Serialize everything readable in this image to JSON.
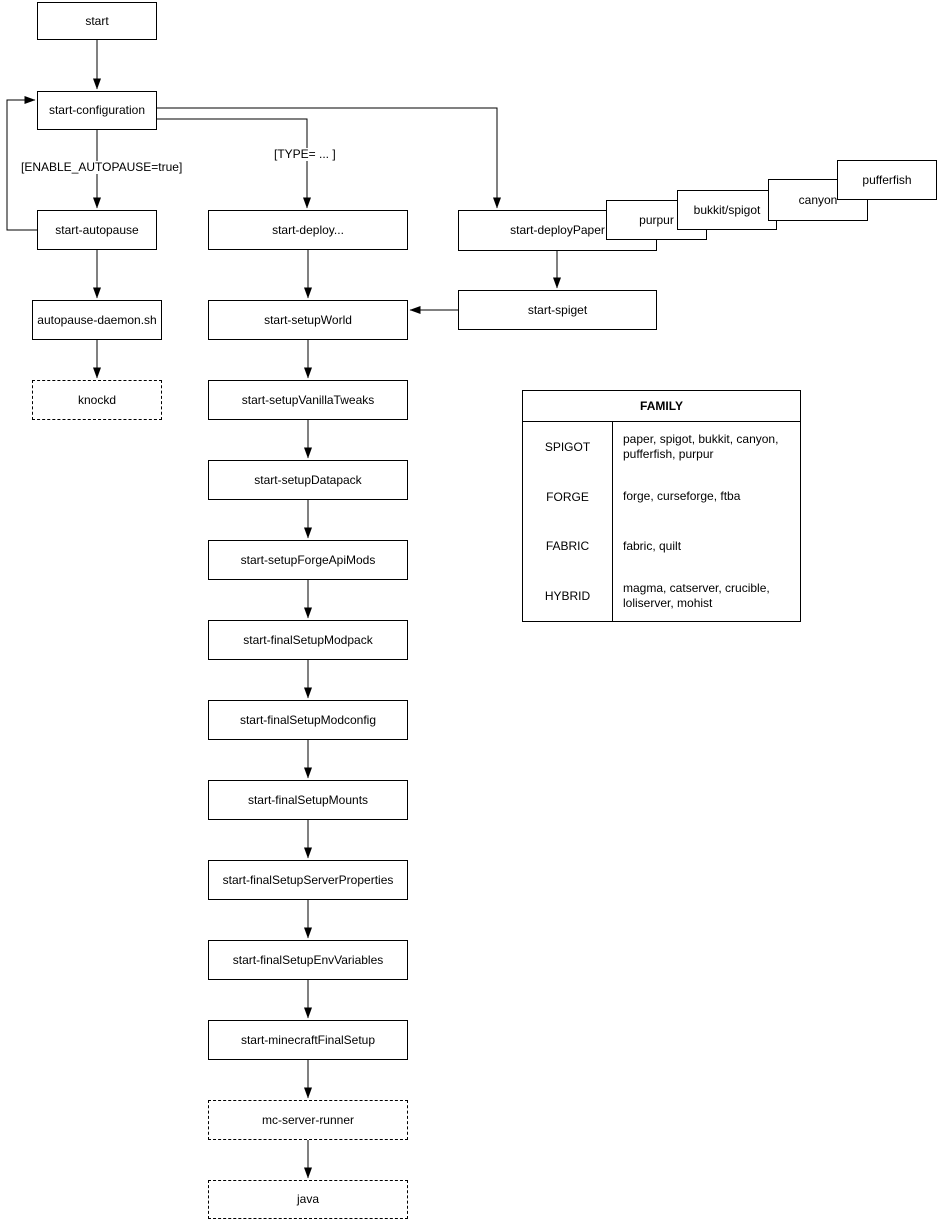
{
  "nodes": {
    "start": "start",
    "start_configuration": "start-configuration",
    "start_autopause": "start-autopause",
    "autopause_daemon": "autopause-daemon.sh",
    "knockd": "knockd",
    "start_deploy": "start-deploy...",
    "start_setupWorld": "start-setupWorld",
    "start_setupVanillaTweaks": "start-setupVanillaTweaks",
    "start_setupDatapack": "start-setupDatapack",
    "start_setupForgeApiMods": "start-setupForgeApiMods",
    "start_finalSetupModpack": "start-finalSetupModpack",
    "start_finalSetupModconfig": "start-finalSetupModconfig",
    "start_finalSetupMounts": "start-finalSetupMounts",
    "start_finalSetupServerProperties": "start-finalSetupServerProperties",
    "start_finalSetupEnvVariables": "start-finalSetupEnvVariables",
    "start_minecraftFinalSetup": "start-minecraftFinalSetup",
    "mc_server_runner": "mc-server-runner",
    "java": "java",
    "start_deployPaper": "start-deployPaper",
    "purpur": "purpur",
    "bukkit_spigot": "bukkit/spigot",
    "canyon": "canyon",
    "pufferfish": "pufferfish",
    "start_spiget": "start-spiget"
  },
  "edge_labels": {
    "enable_autopause": "[ENABLE_AUTOPAUSE=true]",
    "type": "[TYPE= ... ]"
  },
  "family_table": {
    "title": "FAMILY",
    "rows": [
      {
        "family": "SPIGOT",
        "members": "paper, spigot, bukkit, canyon, pufferfish, purpur"
      },
      {
        "family": "FORGE",
        "members": "forge, curseforge, ftba"
      },
      {
        "family": "FABRIC",
        "members": "fabric, quilt"
      },
      {
        "family": "HYBRID",
        "members": "magma, catserver, crucible, loliserver, mohist"
      }
    ]
  },
  "colors": {
    "stroke": "#000000",
    "fill": "#ffffff",
    "text": "#000000"
  }
}
